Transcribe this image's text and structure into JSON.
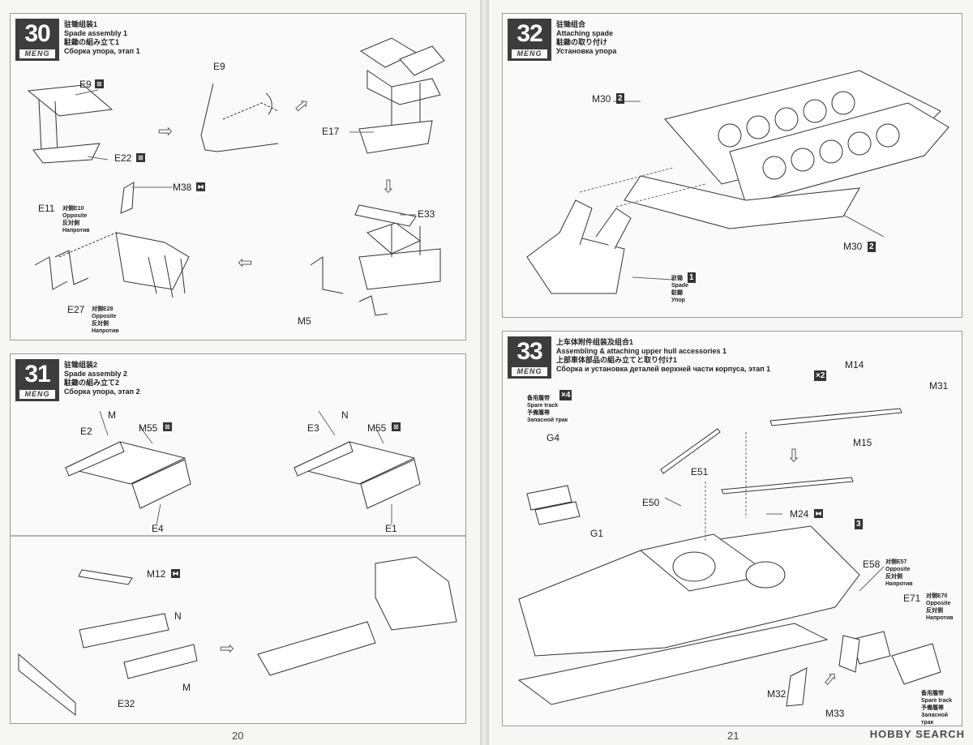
{
  "pages": {
    "left_number": "20",
    "right_number": "21"
  },
  "brand": "MENG",
  "watermark": "HOBBY SEARCH",
  "steps": {
    "s30": {
      "number": "30",
      "title_cn": "驻锄组装1",
      "title_en": "Spade assembly 1",
      "title_jp": "駐鋤の組み立て1",
      "title_ru": "Сборка упора, этап 1",
      "parts": [
        "E9",
        "E22",
        "E9",
        "E17",
        "M38",
        "E33",
        "E11",
        "E27",
        "M5"
      ],
      "notes": {
        "e11_cn": "对侧E10",
        "e11_en": "Opposite",
        "e11_jp": "反対側",
        "e11_ru": "Напротив",
        "e27_cn": "对侧E28",
        "e27_en": "Opposite",
        "e27_jp": "反対側",
        "e27_ru": "Напротив"
      }
    },
    "s31": {
      "number": "31",
      "title_cn": "驻锄组装2",
      "title_en": "Spade assembly 2",
      "title_jp": "駐鋤の組み立て2",
      "title_ru": "Сборка упора, этап 2",
      "parts": [
        "M",
        "E2",
        "M55",
        "E4",
        "N",
        "E3",
        "M55",
        "E1",
        "M12",
        "N",
        "M",
        "E32"
      ]
    },
    "s32": {
      "number": "32",
      "title_cn": "驻锄组合",
      "title_en": "Attaching spade",
      "title_jp": "駐鋤の取り付け",
      "title_ru": "Установка упора",
      "parts": [
        "M30",
        "M30"
      ],
      "count_m30": "2",
      "spade_cn": "驻锄",
      "spade_en": "Spade",
      "spade_jp": "駐鋤",
      "spade_ru": "Упор",
      "spade_count": "1"
    },
    "s33": {
      "number": "33",
      "title_cn": "上车体附件组装及组合1",
      "title_en": "Assembling & attaching upper hull accessories 1",
      "title_jp": "上部車体部品の組み立てと取り付け1",
      "title_ru": "Сборка и установка деталей верхней части корпуса, этап 1",
      "parts": [
        "M14",
        "M31",
        "M15",
        "G4",
        "G1",
        "E51",
        "E50",
        "M24",
        "E58",
        "E71",
        "M32",
        "M33"
      ],
      "x2": "×2",
      "x4": "×4",
      "w3": "3",
      "spare_cn": "备用履带",
      "spare_en": "Spare track",
      "spare_jp": "予備履帯",
      "spare_ru": "Запасной трак",
      "e58_cn": "对侧E57",
      "e58_en": "Opposite",
      "e58_jp": "反対側",
      "e58_ru": "Напротив",
      "e71_cn": "对侧E70",
      "e71_en": "Opposite",
      "e71_jp": "反対側",
      "e71_ru": "Напротив",
      "spare2_cn": "备用履带",
      "spare2_en": "Spare track",
      "spare2_jp": "予備履帯",
      "spare2_ru": "Запасной трак"
    }
  },
  "symbols": {
    "no_glue": "⊠",
    "glue": "⧓"
  }
}
